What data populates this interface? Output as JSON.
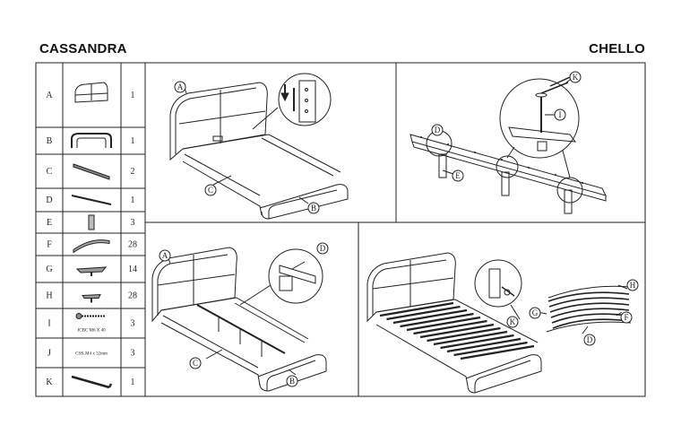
{
  "header": {
    "left_title": "CASSANDRA",
    "right_title": "CHELLO"
  },
  "parts": [
    {
      "letter": "A",
      "qty": "1",
      "icon": "headboard-icon"
    },
    {
      "letter": "B",
      "qty": "1",
      "icon": "footboard-icon"
    },
    {
      "letter": "C",
      "qty": "2",
      "icon": "side-rail-icon"
    },
    {
      "letter": "D",
      "qty": "1",
      "icon": "center-beam-icon"
    },
    {
      "letter": "E",
      "qty": "3",
      "icon": "leg-icon"
    },
    {
      "letter": "F",
      "qty": "28",
      "icon": "slat-icon"
    },
    {
      "letter": "G",
      "qty": "14",
      "icon": "double-slat-holder-icon"
    },
    {
      "letter": "H",
      "qty": "28",
      "icon": "slat-holder-icon"
    },
    {
      "letter": "I",
      "qty": "3",
      "icon": "bolt-icon",
      "note": "JCBC M6 X 40"
    },
    {
      "letter": "J",
      "qty": "3",
      "icon": "screw-icon",
      "note": "CSK M4 x 32mm"
    },
    {
      "letter": "K",
      "qty": "1",
      "icon": "allen-key-icon"
    }
  ],
  "steps": {
    "step1": {
      "callouts": [
        "A",
        "B",
        "C"
      ]
    },
    "step2": {
      "callouts": [
        "K",
        "I",
        "D",
        "E"
      ]
    },
    "step3": {
      "callouts": [
        "A",
        "D",
        "C",
        "B"
      ]
    },
    "step4": {
      "callouts": [
        "H",
        "G",
        "K",
        "F",
        "D"
      ]
    }
  }
}
